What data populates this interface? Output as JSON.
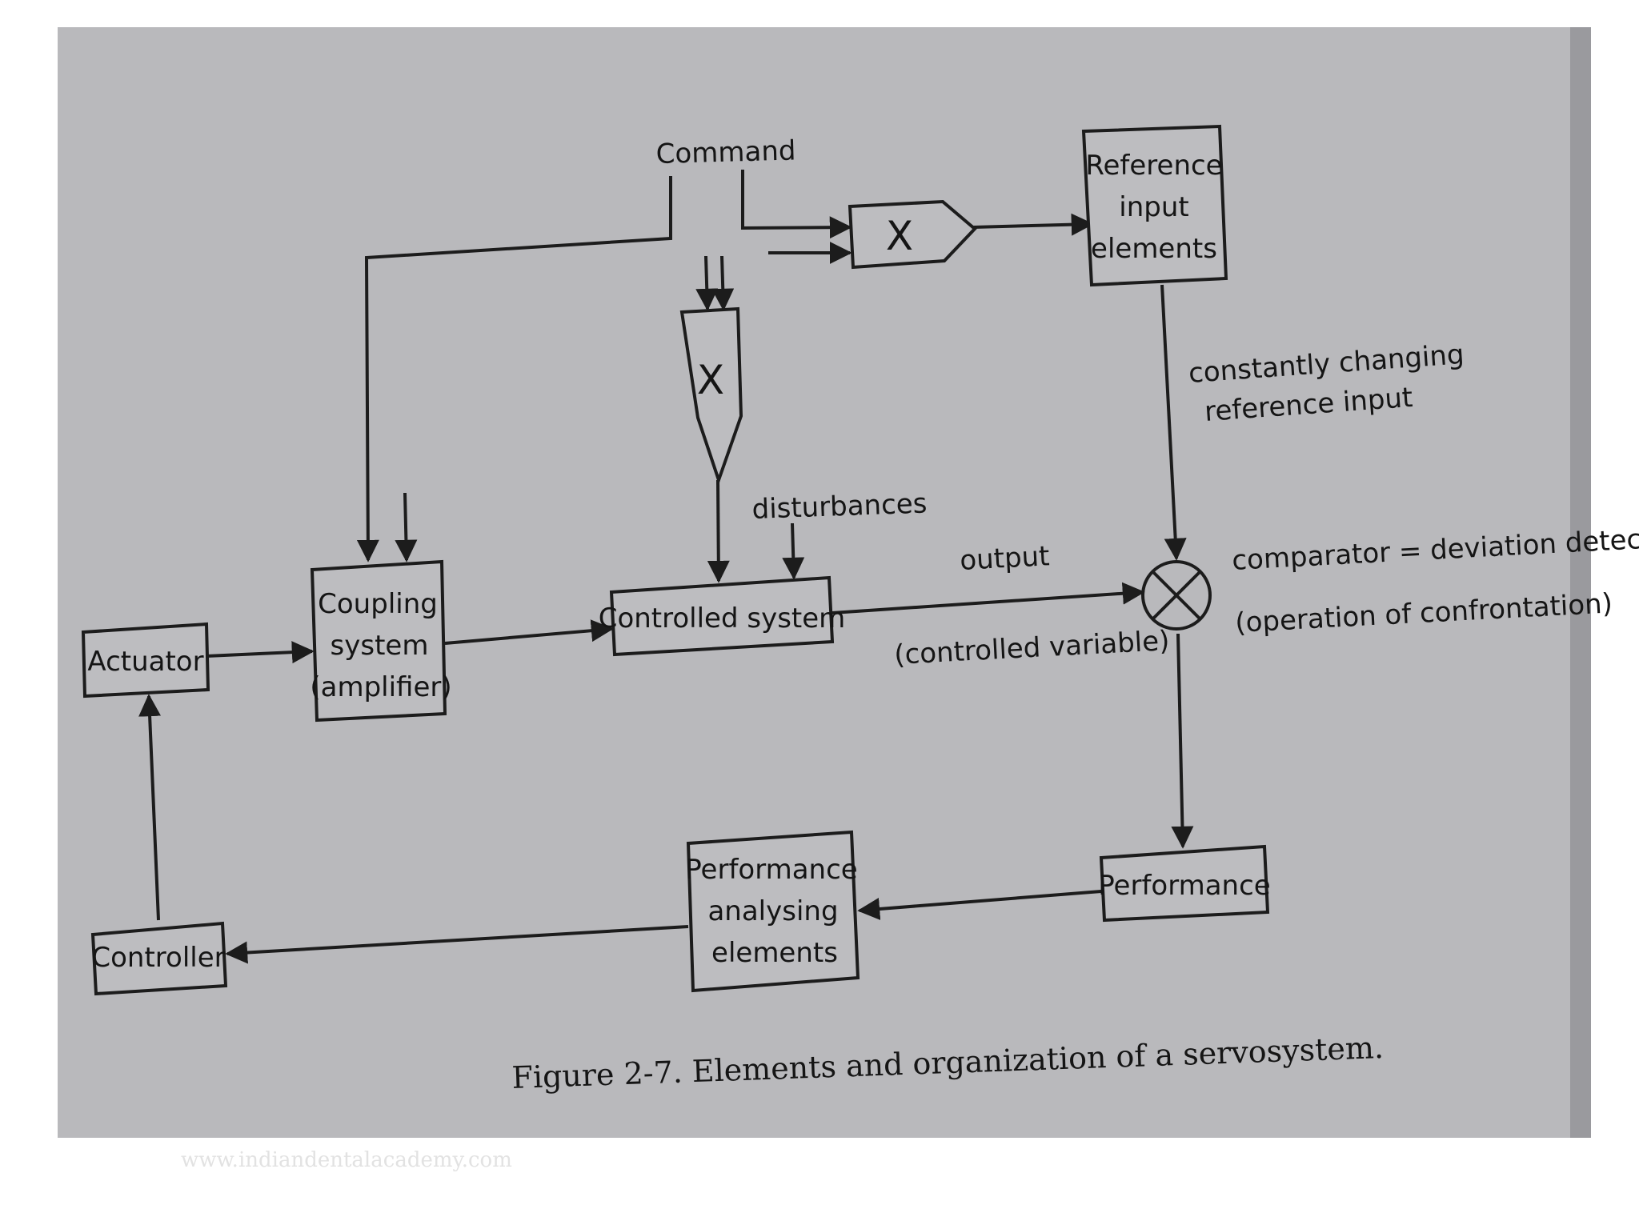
{
  "diagram": {
    "boxes": {
      "reference": [
        "Reference",
        "input",
        "elements"
      ],
      "coupling": [
        "Coupling",
        "system",
        "(amplifier)"
      ],
      "controlled": [
        "Controlled system"
      ],
      "actuator": [
        "Actuator"
      ],
      "controller": [
        "Controller"
      ],
      "analysing": [
        "Performance",
        "analysing",
        "elements"
      ],
      "performance": [
        "Performance"
      ]
    },
    "multiplier_symbol": "X",
    "labels": {
      "command": "Command",
      "disturbances": "disturbances",
      "output": "output",
      "controlled_variable": "(controlled variable)",
      "reference_input": [
        "constantly changing",
        "reference input"
      ],
      "comparator": [
        "comparator = deviation detector",
        "(operation of confrontation)"
      ]
    },
    "caption": "Figure 2-7.   Elements and organization of a servosystem.",
    "watermark": "www.indiandentalacademy.com"
  }
}
